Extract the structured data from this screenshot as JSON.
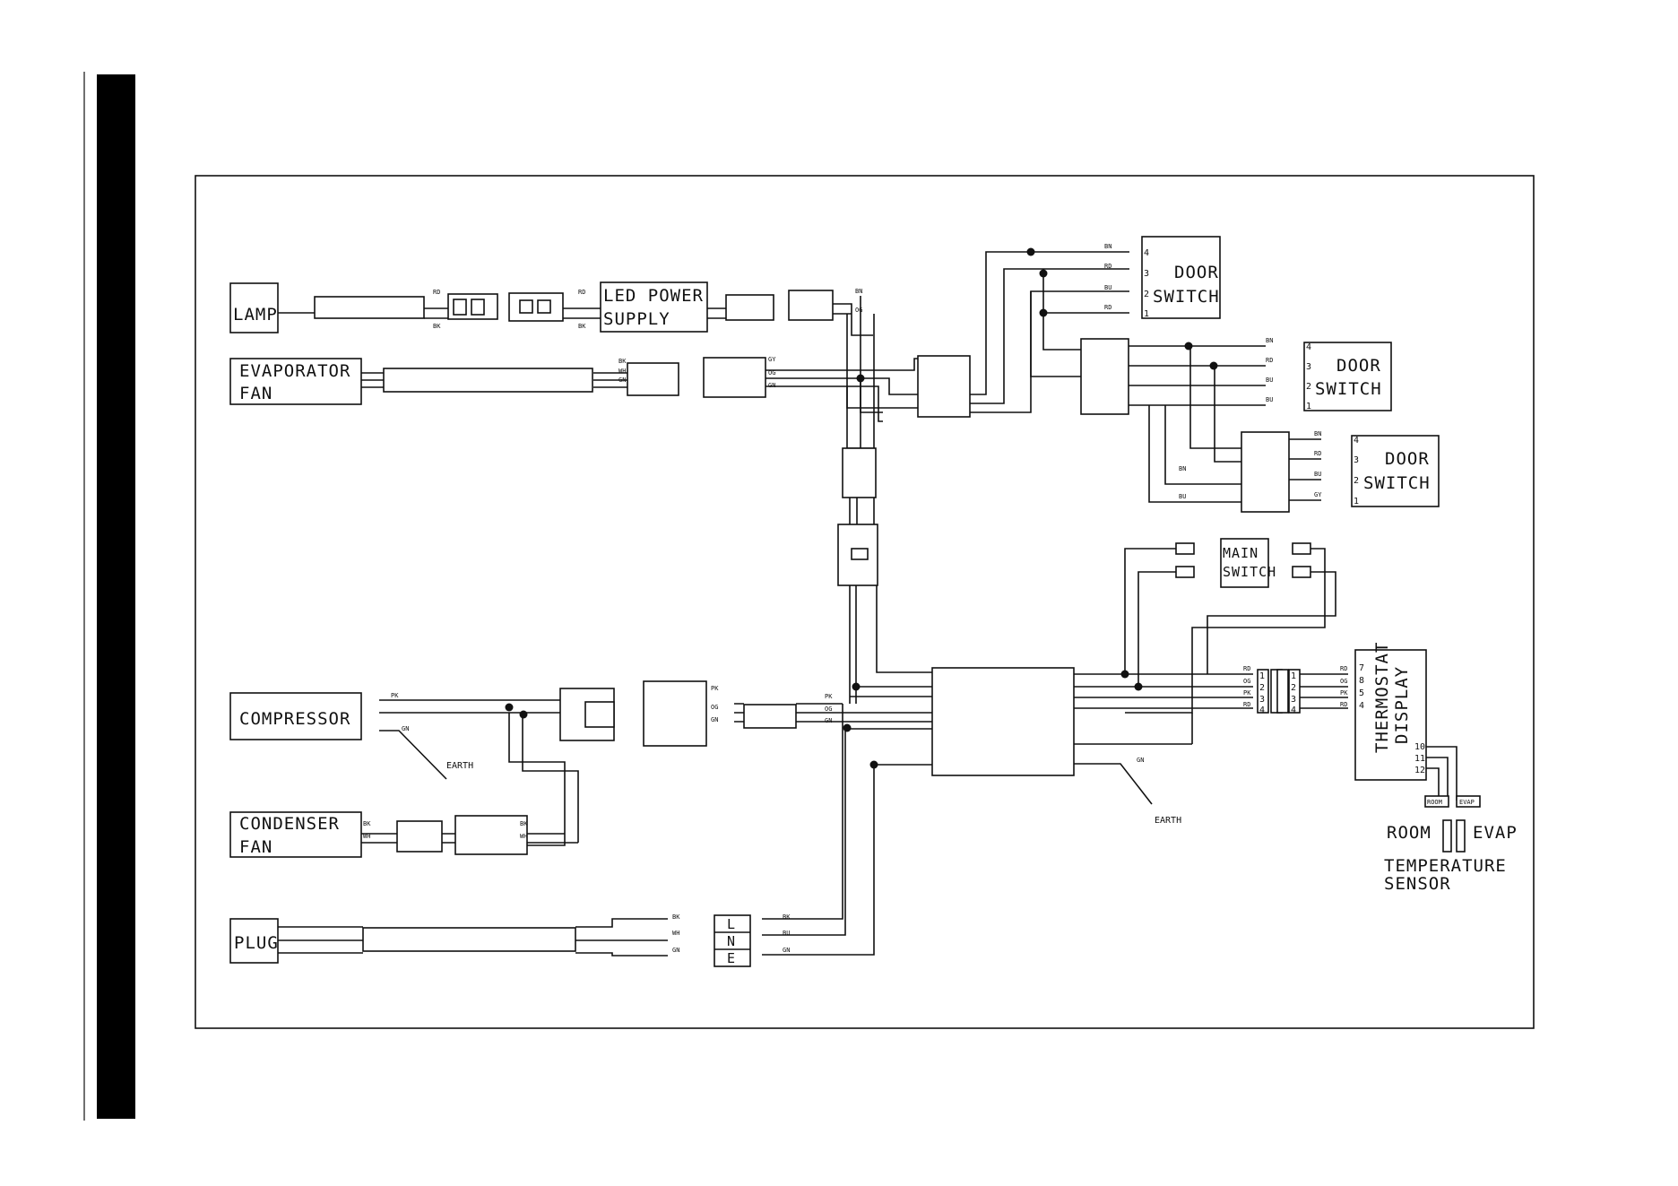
{
  "components": {
    "lamp": "LAMP",
    "evaporator_fan": [
      "EVAPORATOR",
      "FAN"
    ],
    "led_power_supply": [
      "LED POWER",
      "SUPPLY"
    ],
    "door_switch": [
      "DOOR",
      "SWITCH"
    ],
    "compressor": "COMPRESSOR",
    "condenser_fan": [
      "CONDENSER",
      "FAN"
    ],
    "plug": "PLUG",
    "main_switch": [
      "MAIN",
      "SWITCH"
    ],
    "thermostat_display": [
      "THERMOSTAT",
      "DISPLAY"
    ],
    "earth": "EARTH",
    "temperature_sensor": [
      "TEMPERATURE",
      "SENSOR"
    ],
    "room": "ROOM",
    "evap": "EVAP"
  },
  "terminal_block": [
    "L",
    "N",
    "E"
  ],
  "thermostat_pins": [
    "7",
    "8",
    "5",
    "4",
    "10",
    "11",
    "12"
  ],
  "connector_pins": [
    "1",
    "2",
    "3",
    "4"
  ],
  "door_switch_pins": [
    "4",
    "3",
    "2",
    "1"
  ],
  "wire_colors": {
    "RD": "RD",
    "BK": "BK",
    "BN": "BN",
    "OG": "OG",
    "GY": "GY",
    "GN": "GN",
    "WH": "WH",
    "BU": "BU",
    "PK": "PK"
  }
}
